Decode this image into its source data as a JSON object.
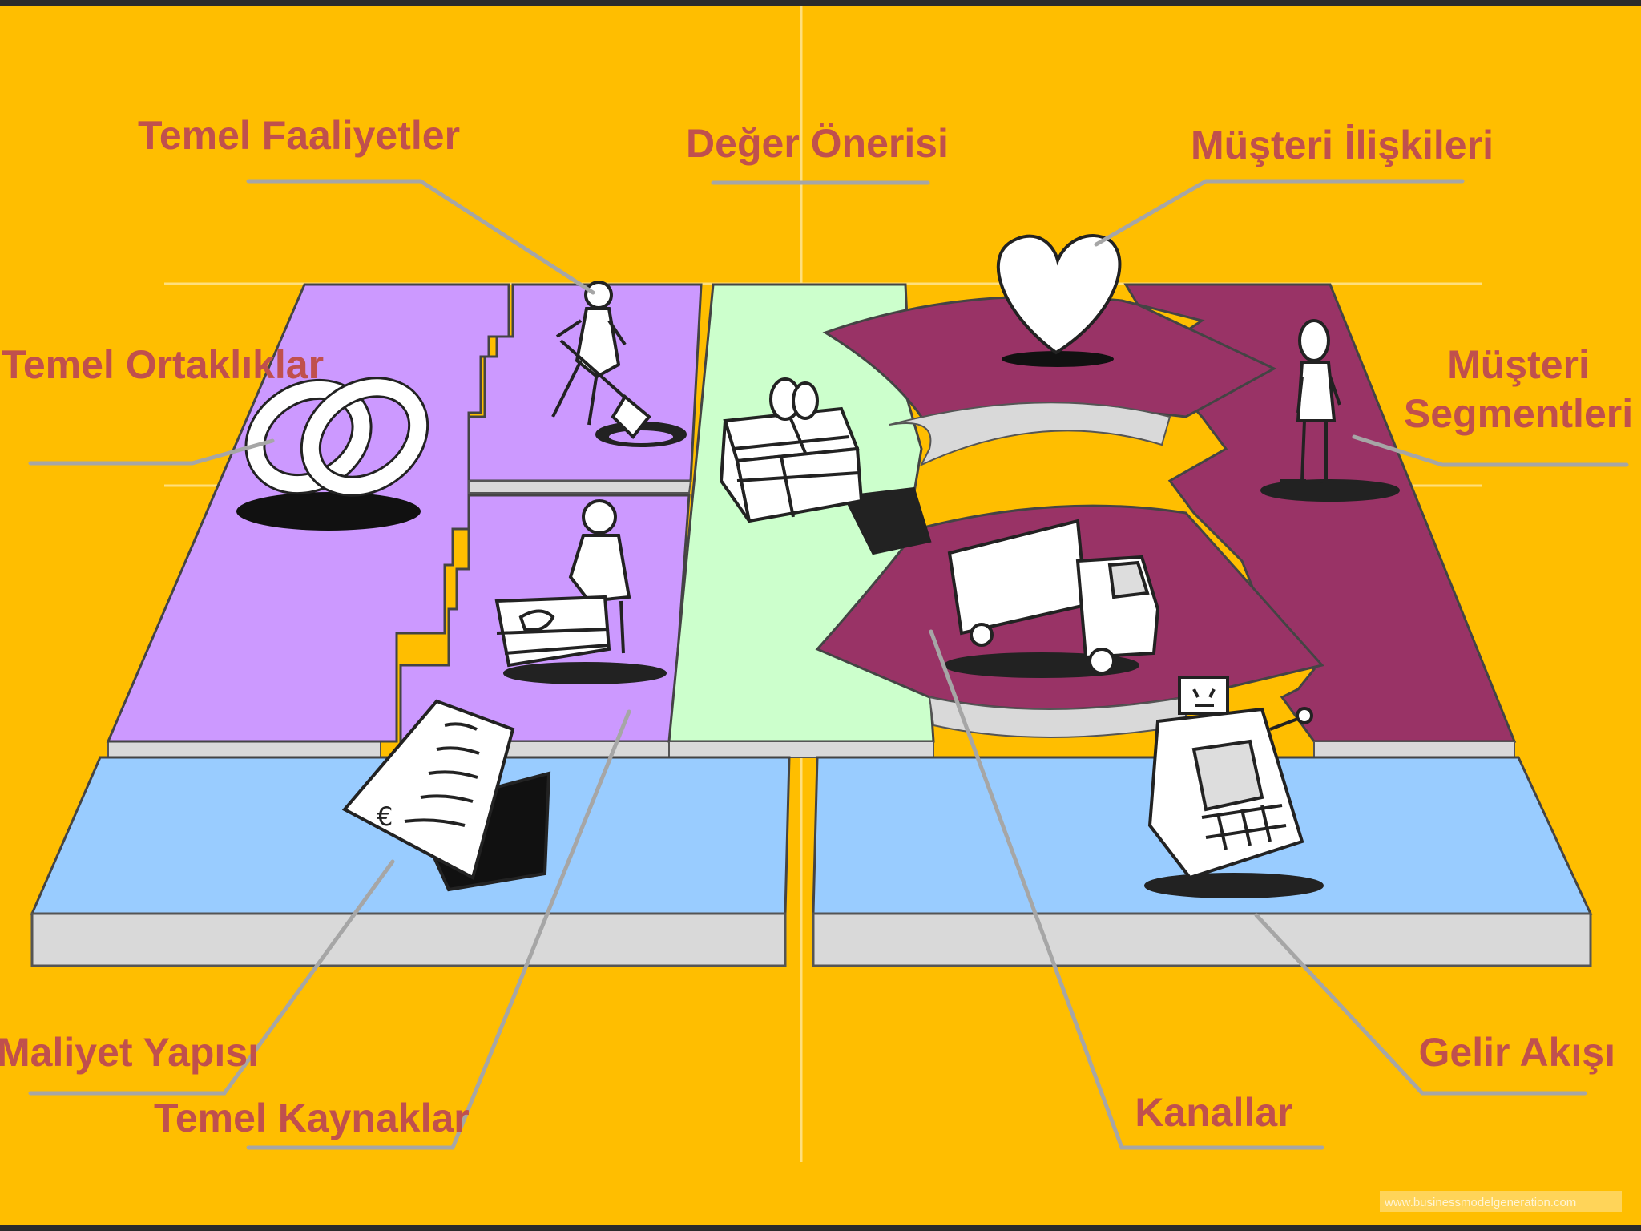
{
  "colors": {
    "background": "#FFBE00",
    "frame": "#2B2B2B",
    "label": "#C0504D",
    "leader": "#A6A6A6",
    "block_purple": "#CC99FF",
    "block_green": "#CCFFCC",
    "block_maroon": "#993366",
    "block_blue": "#99CCFF",
    "block_side": "#D9D9D9"
  },
  "labels": {
    "key_activities": "Temel Faaliyetler",
    "value_proposition": "Değer Önerisi",
    "customer_relationships": "Müşteri İlişkileri",
    "key_partnerships": "Temel Ortaklıklar",
    "customer_segments_line1": "Müşteri",
    "customer_segments_line2": "Segmentleri",
    "cost_structure": "Maliyet Yapısı",
    "key_resources": "Temel Kaynaklar",
    "channels": "Kanallar",
    "revenue_streams": "Gelir Akışı"
  },
  "icons": {
    "key_partnerships": "interlocked-rings-icon",
    "key_activities": "person-digging-icon",
    "key_resources": "person-with-machine-icon",
    "value_proposition": "gift-box-icon",
    "customer_relationships": "heart-icon",
    "channels": "truck-icon",
    "customer_segments": "standing-person-icon",
    "cost_structure": "bill-document-icon",
    "revenue_streams": "cash-register-icon"
  },
  "watermark": "www.businessmodelgeneration.com"
}
